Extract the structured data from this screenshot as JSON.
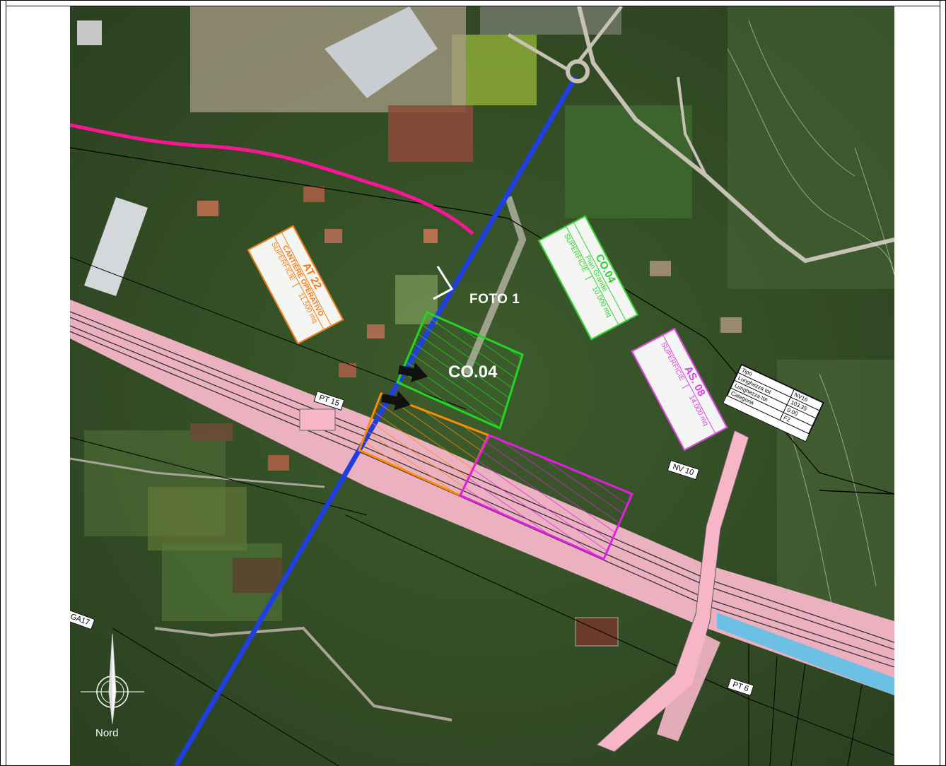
{
  "map": {
    "photo_label": "FOTO 1",
    "area_label": "CO.04",
    "compass_label": "Nord",
    "tags": {
      "pt15": "PT 15",
      "nv10": "NV 10",
      "pt6": "PT 6",
      "ga17": "GA17"
    },
    "boxes": {
      "at22": {
        "title": "AT 22",
        "line1": "CANTIERE OPERATIVO",
        "line2": "SUPERFICIE",
        "value": "11.500 mq",
        "color": "#f07b14"
      },
      "co04": {
        "title": "CO.04",
        "line1": "Pian Grande",
        "line2": "SUPERFICIE",
        "value": "10.000 mq",
        "color": "#2fd12f"
      },
      "as08": {
        "title": "AS. 08",
        "line1": "SUPERFICIE",
        "value": "14.000 mq",
        "color": "#e040e8"
      }
    },
    "legend_table": {
      "rows": [
        [
          "Tipo",
          "NV16"
        ],
        [
          "Lunghezza tot",
          "103.35"
        ],
        [
          "Lunghezza tot",
          "0.00"
        ],
        [
          "Categoria",
          "F2"
        ]
      ]
    },
    "colors": {
      "road_blue": "#1f3fe0",
      "pipeline_magenta": "#ff1493",
      "railway_pink": "#f6b6c8",
      "hatch_green": "#22d622",
      "hatch_orange": "#ff8c00",
      "hatch_magenta": "#e020e0"
    }
  }
}
